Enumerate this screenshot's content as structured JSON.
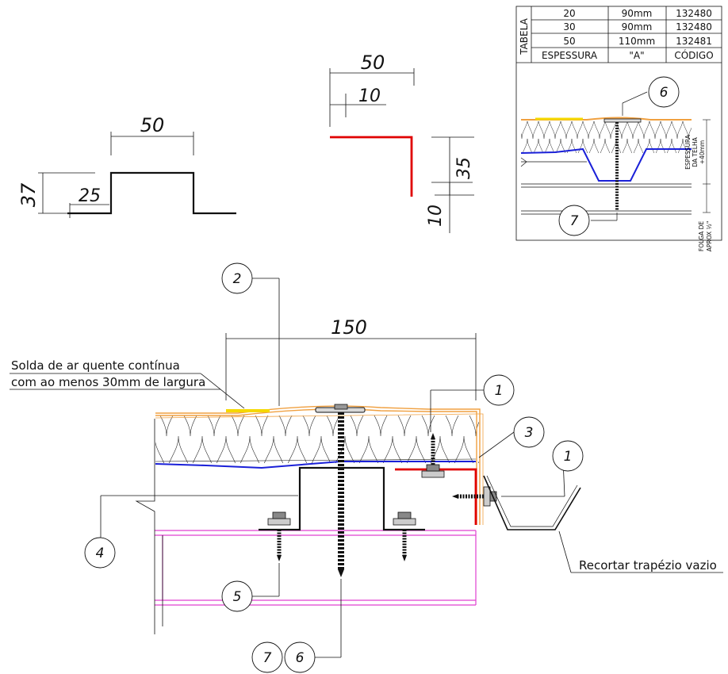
{
  "colors": {
    "membrane": "#f0a040",
    "weld": "#f5d800",
    "vapor_barrier": "#1a20d8",
    "flashing": "#e00000",
    "purlin": "#e040d0",
    "line": "#111111"
  },
  "profile_u": {
    "width": "50",
    "height": "37",
    "inner": "25"
  },
  "profile_l": {
    "width": "50",
    "inner": "10",
    "height": "35",
    "bottom": "10"
  },
  "table": {
    "title": "TABELA",
    "rows": [
      {
        "thickness": "20",
        "a": "90mm",
        "code": "132480"
      },
      {
        "thickness": "30",
        "a": "90mm",
        "code": "132480"
      },
      {
        "thickness": "50",
        "a": "110mm",
        "code": "132481"
      }
    ],
    "headers": {
      "thickness": "ESPESSURA",
      "a": "\"A\"",
      "code": "CÓDIGO"
    }
  },
  "detail": {
    "espessura": [
      "ESPESSURA",
      "DA TELHA",
      "+40mm"
    ],
    "folga": [
      "FOLGA DE",
      "APROX ½\""
    ],
    "bubble_top": "6",
    "bubble_bottom": "7"
  },
  "main": {
    "dim_width": "150",
    "weld_note": [
      "Solda de ar quente contínua",
      "com ao menos 30mm de largura"
    ],
    "cut_note": "Recortar trapézio vazio",
    "bubbles": {
      "b2": "2",
      "b1a": "1",
      "b3": "3",
      "b1b": "1",
      "b4": "4",
      "b5": "5",
      "b7": "7",
      "b6": "6"
    }
  }
}
